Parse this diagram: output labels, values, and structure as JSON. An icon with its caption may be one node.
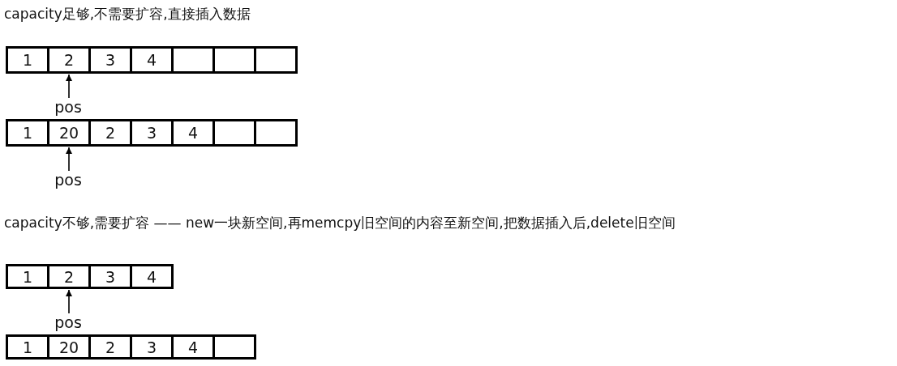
{
  "diagram": {
    "nodes": [
      {
        "text": [
          "1"
        ]
      },
      {
        "text": [
          "2"
        ]
      },
      {
        "text": [
          "3"
        ]
      },
      {
        "text": [
          "4"
        ]
      },
      {
        "text": [],
        "shape": "box"
      },
      {
        "text": [],
        "shape": "box"
      },
      {
        "text": [],
        "shape": "box"
      },
      {
        "text": [
          "pos"
        ]
      },
      {
        "text": [
          "1"
        ]
      },
      {
        "text": [
          "20"
        ]
      },
      {
        "text": [
          "2"
        ]
      },
      {
        "text": [
          "3"
        ]
      },
      {
        "text": [
          "4"
        ]
      },
      {
        "text": [],
        "shape": "box"
      },
      {
        "text": [],
        "shape": "box"
      },
      {
        "text": [
          "pos"
        ]
      },
      {
        "text": [
          "1"
        ]
      },
      {
        "text": [
          "2"
        ]
      },
      {
        "text": [
          "3"
        ]
      },
      {
        "text": [
          "4"
        ]
      },
      {
        "text": [
          "pos"
        ]
      },
      {
        "text": [
          "1"
        ]
      },
      {
        "text": [
          "20"
        ]
      },
      {
        "text": [
          "2"
        ]
      },
      {
        "text": [
          "3"
        ]
      },
      {
        "text": [
          "4"
        ]
      },
      {
        "text": [],
        "shape": "box"
      }
    ],
    "edges": [
      {
        "from": 7,
        "to": 1,
        "arrow": "to"
      },
      {
        "from": 15,
        "to": 9,
        "arrow": "to"
      },
      {
        "from": 20,
        "to": 17,
        "arrow": "to"
      }
    ],
    "labels": [
      "capacity足够,不需要扩容,直接插入数据",
      "capacity不够,需要扩容 —— new一块新空间,再memcpy旧空间的内容至新空间,把数据插入后,delete旧空间"
    ]
  }
}
